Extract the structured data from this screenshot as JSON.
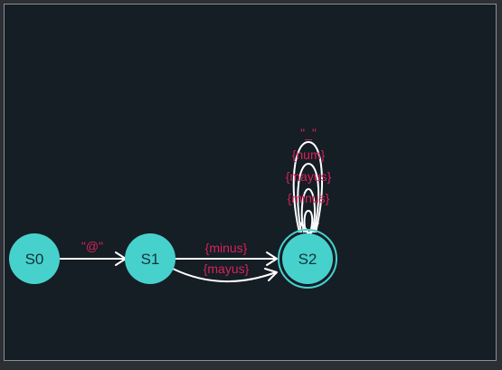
{
  "colors": {
    "background": "#151d25",
    "state_fill": "#47d1cd",
    "state_text": "#14333a",
    "edge": "#ffffff",
    "edge_label": "#d6245a"
  },
  "states": [
    {
      "id": "S0",
      "label": "S0",
      "accepting": false
    },
    {
      "id": "S1",
      "label": "S1",
      "accepting": false
    },
    {
      "id": "S2",
      "label": "S2",
      "accepting": true
    }
  ],
  "transitions": [
    {
      "from": "S0",
      "to": "S1",
      "label": "\"@\""
    },
    {
      "from": "S1",
      "to": "S2",
      "label": "{minus}"
    },
    {
      "from": "S1",
      "to": "S2",
      "label": "{mayus}"
    },
    {
      "from": "S2",
      "to": "S2",
      "label": "{minus}"
    },
    {
      "from": "S2",
      "to": "S2",
      "label": "{mayus}"
    },
    {
      "from": "S2",
      "to": "S2",
      "label": "{num}"
    },
    {
      "from": "S2",
      "to": "S2",
      "label": "\"_\""
    }
  ]
}
